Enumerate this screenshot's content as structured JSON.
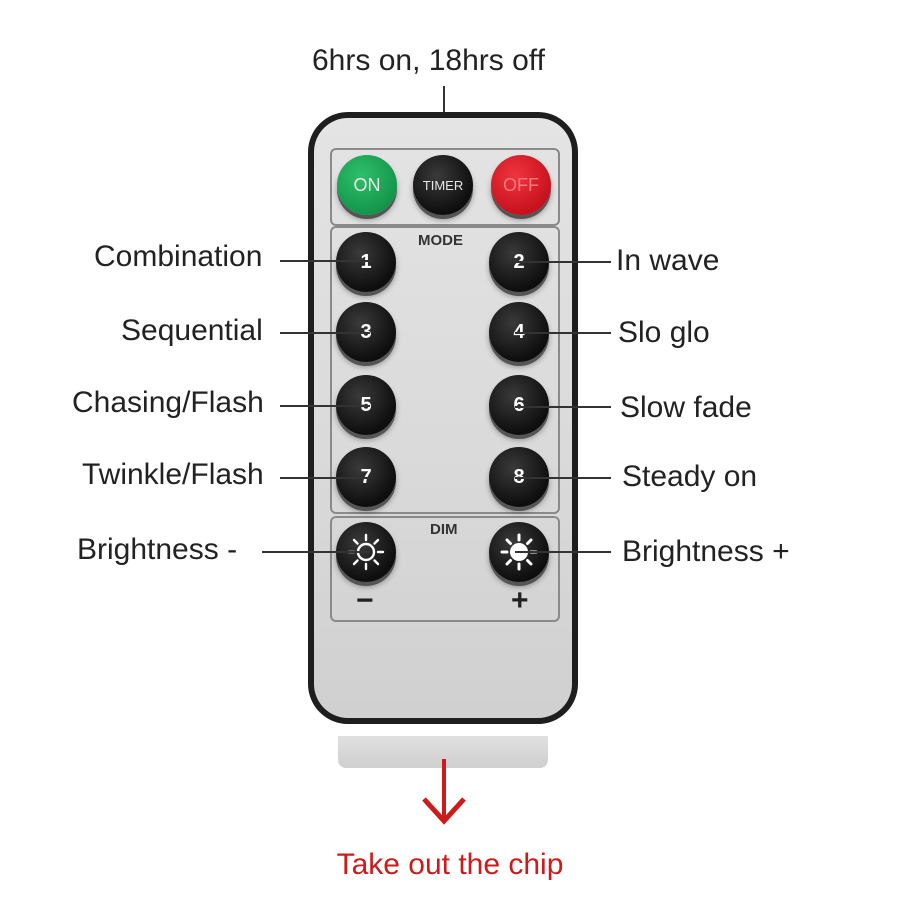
{
  "timer_caption": "6hrs on, 18hrs off",
  "top_buttons": {
    "on": "ON",
    "timer": "TIMER",
    "off": "OFF"
  },
  "mode_title": "MODE",
  "dim_title": "DIM",
  "mode_buttons": [
    "1",
    "2",
    "3",
    "4",
    "5",
    "6",
    "7",
    "8"
  ],
  "mode_labels": {
    "b1": "Combination",
    "b2": "In wave",
    "b3": "Sequential",
    "b4": "Slo glo",
    "b5": "Chasing/Flash",
    "b6": "Slow fade",
    "b7": "Twinkle/Flash",
    "b8": "Steady on"
  },
  "dim_labels": {
    "minus": "Brightness -",
    "plus": "Brightness +"
  },
  "dim_signs": {
    "minus": "−",
    "plus": "+"
  },
  "chip_caption": "Take out the chip",
  "colors": {
    "on": "#13934a",
    "off": "#c4101b",
    "arrow": "#cc1b1b",
    "body": "#1e1e1e",
    "face": "#d9d9d9"
  },
  "icons": {
    "dim_minus": "sun-outline-icon",
    "dim_plus": "sun-filled-icon",
    "arrow": "arrow-down-icon"
  }
}
